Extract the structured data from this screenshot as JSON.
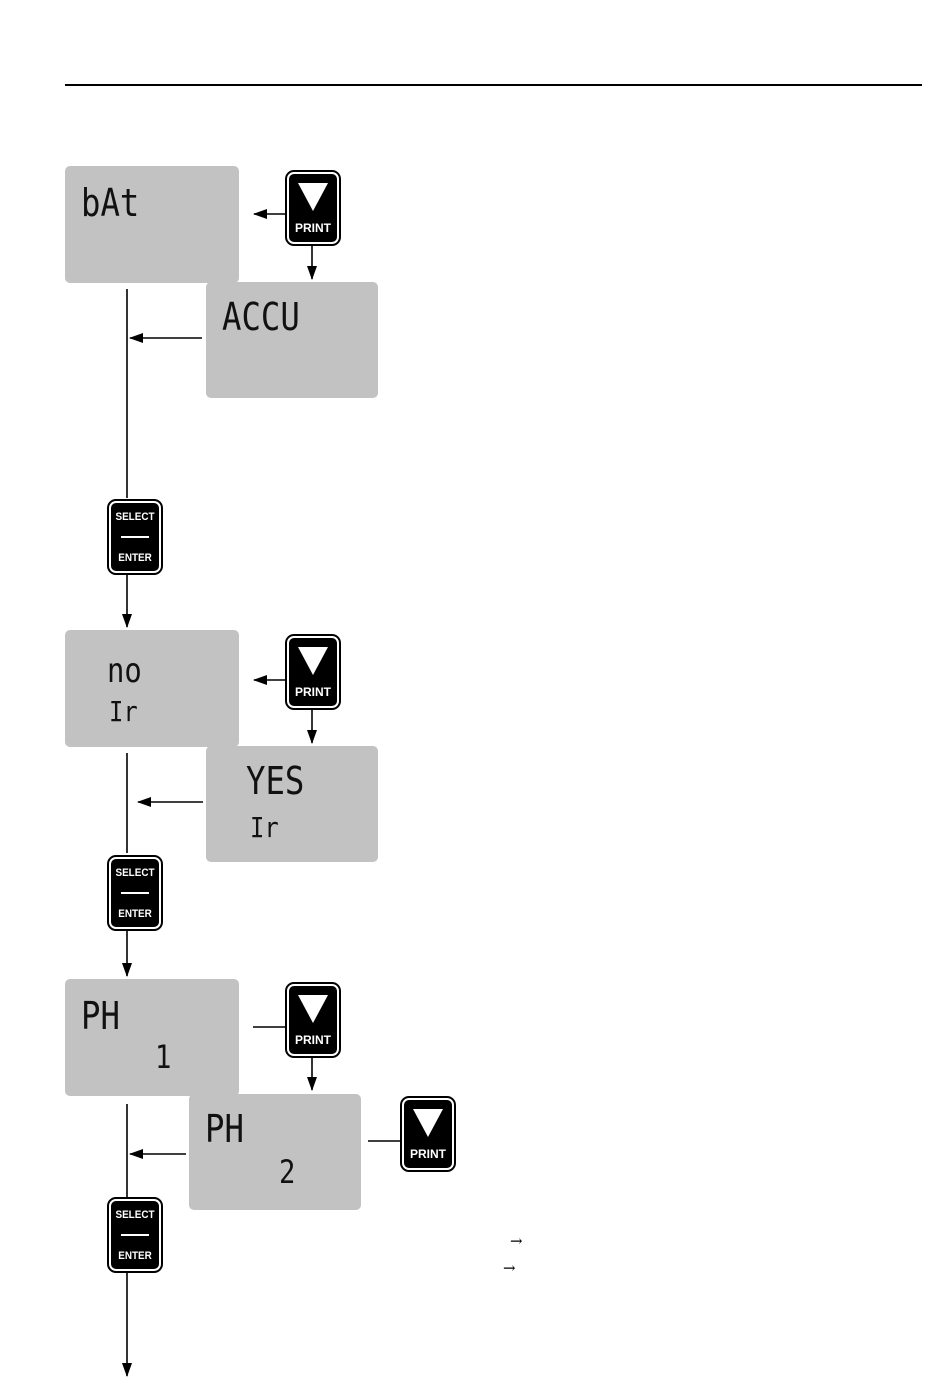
{
  "screens": [
    {
      "id": "bat",
      "line1": "bAt",
      "line2": ""
    },
    {
      "id": "accu",
      "line1": "ACCU",
      "line2": ""
    },
    {
      "id": "no-ir",
      "line1": "no",
      "line2": "Ir"
    },
    {
      "id": "yes-ir",
      "line1": "YES",
      "line2": "Ir"
    },
    {
      "id": "ph-1",
      "line1": "PH",
      "line2": "1"
    },
    {
      "id": "ph-2",
      "line1": "PH",
      "line2": "2"
    }
  ],
  "keys": {
    "print_label": "PRINT",
    "select_label": "SELECT",
    "enter_label": "ENTER"
  },
  "notes": [
    "→",
    "→"
  ]
}
